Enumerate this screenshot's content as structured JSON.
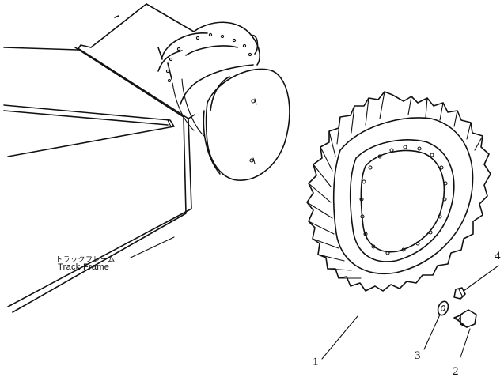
{
  "labels": {
    "track_frame_jp": "トラックフレーム",
    "track_frame_en": "Track Frame"
  },
  "callouts": [
    {
      "number": "1"
    },
    {
      "number": "2"
    },
    {
      "number": "3"
    },
    {
      "number": "4"
    }
  ]
}
